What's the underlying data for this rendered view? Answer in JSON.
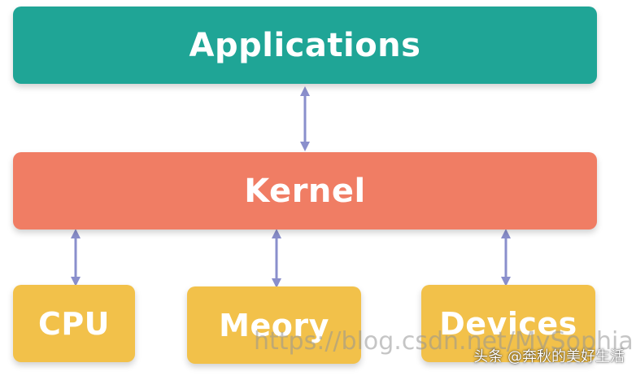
{
  "diagram": {
    "applications": {
      "label": "Applications"
    },
    "kernel": {
      "label": "Kernel"
    },
    "cpu": {
      "label": "CPU"
    },
    "memory": {
      "label": "Meory"
    },
    "devices": {
      "label": "Devices"
    }
  },
  "colors": {
    "applications": "#1fa596",
    "kernel": "#f07d64",
    "hardware": "#f2c14a",
    "arrow": "#8a8fcc"
  },
  "watermark": {
    "url": "https://blog.csdn.net/MySophia",
    "author": "头条 @奔秋的美好生活"
  }
}
